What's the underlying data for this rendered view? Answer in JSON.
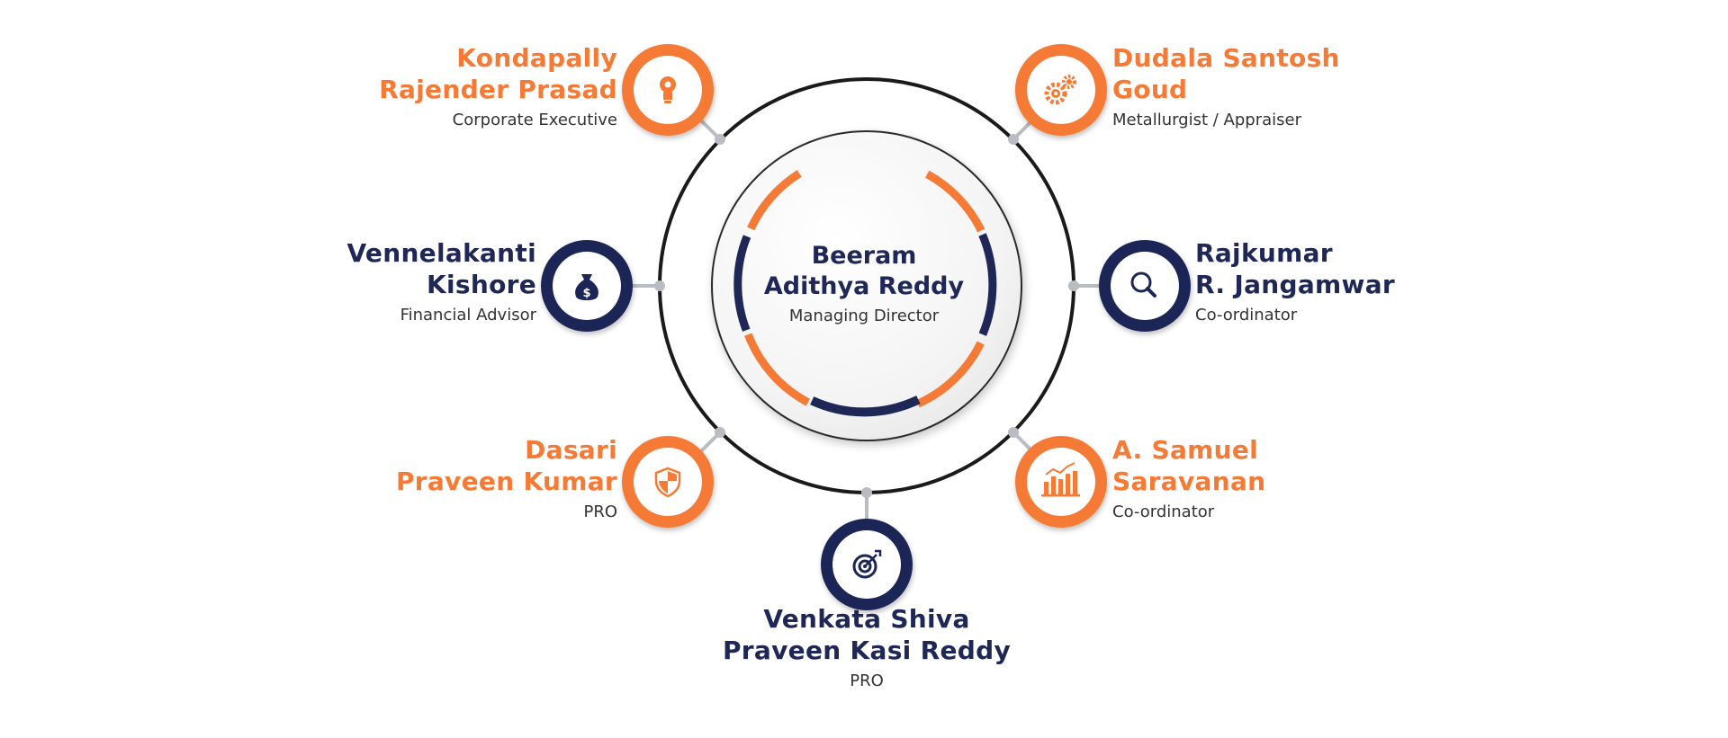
{
  "center": {
    "name_line1": "Beeram",
    "name_line2": "Adithya Reddy",
    "role": "Managing Director"
  },
  "colors": {
    "orange": "#f47a35",
    "navy": "#1e2756",
    "ring": "#1a1a1a",
    "connector": "#b9bcc2"
  },
  "members": [
    {
      "name_line1": "Kondapally",
      "name_line2": "Rajender Prasad",
      "role": "Corporate Executive",
      "color": "orange",
      "icon": "lightbulb-icon"
    },
    {
      "name_line1": "Dudala Santosh",
      "name_line2": "Goud",
      "role": "Metallurgist / Appraiser",
      "color": "orange",
      "icon": "gears-icon"
    },
    {
      "name_line1": "Vennelakanti",
      "name_line2": "Kishore",
      "role": "Financial Advisor",
      "color": "navy",
      "icon": "money-bag-icon"
    },
    {
      "name_line1": "Rajkumar",
      "name_line2": "R. Jangamwar",
      "role": "Co-ordinator",
      "color": "navy",
      "icon": "magnifier-icon"
    },
    {
      "name_line1": "Dasari",
      "name_line2": "Praveen Kumar",
      "role": "PRO",
      "color": "orange",
      "icon": "shield-icon"
    },
    {
      "name_line1": "A. Samuel",
      "name_line2": "Saravanan",
      "role": "Co-ordinator",
      "color": "orange",
      "icon": "bar-chart-icon"
    },
    {
      "name_line1": "Venkata Shiva",
      "name_line2": "Praveen Kasi Reddy",
      "role": "PRO",
      "color": "navy",
      "icon": "target-icon"
    }
  ]
}
